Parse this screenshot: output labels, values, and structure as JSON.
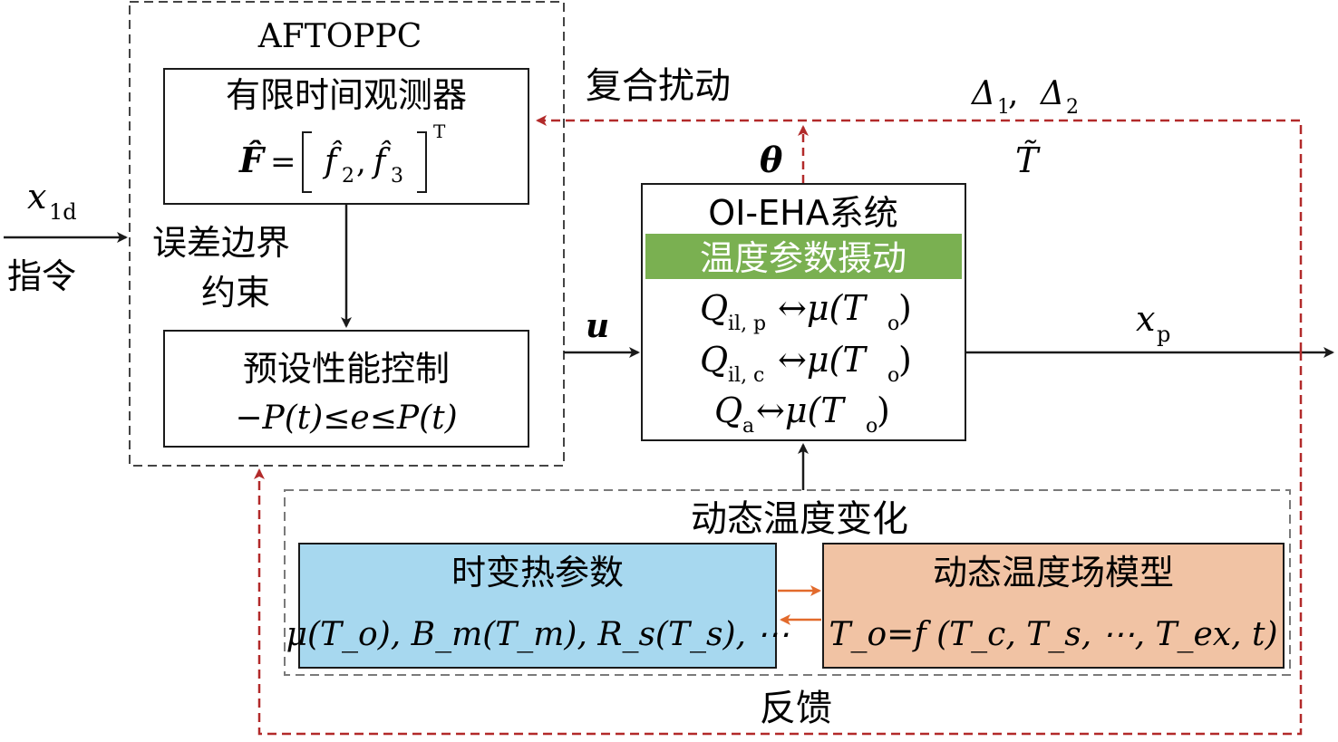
{
  "controller": {
    "title": "AFTOPPC",
    "observer": {
      "title": "有限时间观测器",
      "formula_F": "F̂",
      "formula_eq": "=",
      "formula_f2": "f̂",
      "formula_f2_sub": "2",
      "formula_comma": ",",
      "formula_f3": "f̂",
      "formula_f3_sub": "3",
      "formula_sup": "T"
    },
    "error_bound_line1": "误差边界",
    "error_bound_line2": "约束",
    "ppc": {
      "title": "预设性能控制",
      "formula": "−P(t)≤e≤P(t)"
    }
  },
  "command": {
    "symbol": "x",
    "subscript": "1d",
    "label": "指令"
  },
  "disturbance": {
    "label": "复合扰动",
    "delta1": "Δ",
    "delta1_sub": "1",
    "sep": ", ",
    "delta2": "Δ",
    "delta2_sub": "2",
    "t_tilde": "T̃"
  },
  "theta": "θ",
  "control_signal": "u",
  "output": {
    "symbol": "x",
    "subscript": "p"
  },
  "plant": {
    "title": "OI-EHA系统",
    "banner": "温度参数摄动",
    "rows": [
      {
        "q": "Q",
        "sub": "il, p",
        "rel": "↔μ(T",
        "rel_sub": "o",
        "close": ")"
      },
      {
        "q": "Q",
        "sub": "il, c",
        "rel": "↔μ(T",
        "rel_sub": "o",
        "close": ")"
      },
      {
        "q": "Q",
        "sub": "a",
        "rel": "↔μ(T",
        "rel_sub": "o",
        "close": ")"
      }
    ]
  },
  "thermal": {
    "label": "动态温度变化",
    "params_box": {
      "title": "时变热参数",
      "formula": "μ(T_o), B_m(T_m), R_s(T_s), ⋯"
    },
    "model_box": {
      "title": "动态温度场模型",
      "formula": "T_o=f (T_c, T_s, ⋯, T_ex, t)"
    }
  },
  "feedback_label": "反馈",
  "colors": {
    "line": "#1a1a1a",
    "dashed_red": "#b22a2a",
    "dashed_gray": "#7a7a7a",
    "banner_green": "#7ab051",
    "params_blue": "#a7d8ef",
    "model_orange": "#f1c3a4",
    "orange_arrow": "#e26a2c"
  }
}
